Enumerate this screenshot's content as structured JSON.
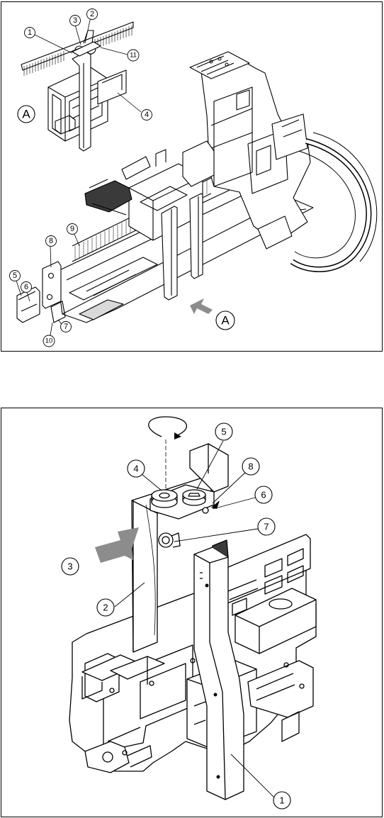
{
  "figure_top": {
    "view_letter_detail": "A",
    "view_letter_arrow": "A",
    "callouts": [
      "1",
      "2",
      "3",
      "4",
      "5",
      "6",
      "7",
      "8",
      "9",
      "10",
      "11"
    ]
  },
  "figure_bottom": {
    "callouts": [
      "1",
      "2",
      "3",
      "4",
      "5",
      "6",
      "7",
      "8"
    ]
  },
  "colors": {
    "line": "#000000",
    "arrow_fill": "#8c8c8c",
    "shade": "#d9d9d9",
    "dark": "#3a3a3a"
  }
}
